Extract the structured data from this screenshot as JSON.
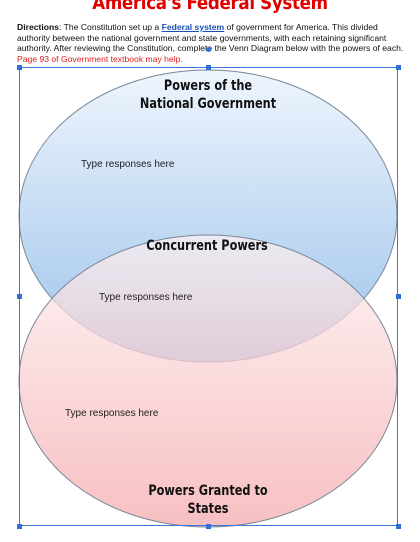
{
  "title": "America's Federal System",
  "directions": {
    "label": "Directions",
    "text1": ": The Constitution set up a ",
    "link": "Federal system",
    "text2": " of government for America. This divided  authority between the  national government and state governments, with each retaining significant authority. After reviewing the Constitution, complete the Venn Diagram below with the powers of each. ",
    "note": "Page 93 of Government textbook may help."
  },
  "venn": {
    "national_title": "Powers of the National Government",
    "concurrent_title": "Concurrent Powers",
    "states_title": "Powers Granted to States",
    "national_placeholder": "Type responses here",
    "concurrent_placeholder": "Type responses here",
    "states_placeholder": "Type responses here"
  },
  "colors": {
    "title": "#e00000",
    "top_circle_light": "#eef5fd",
    "top_circle_dark": "#9dc3ea",
    "bottom_circle_light": "#fdf1f2",
    "bottom_circle_dark": "#f4a7ab",
    "selection": "#3d7ad8"
  }
}
